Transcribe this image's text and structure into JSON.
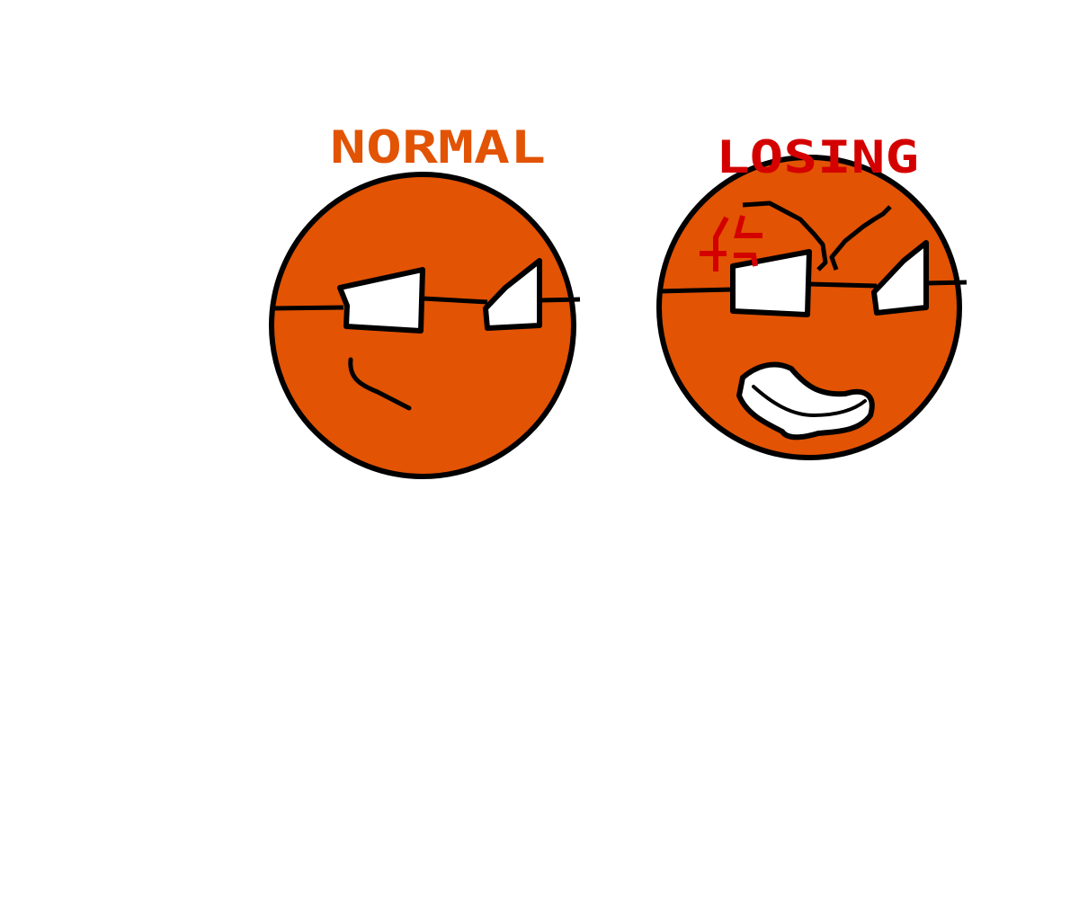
{
  "labels": {
    "normal": "NORMAL",
    "losing": "LOSING"
  },
  "colors": {
    "background": "#ffffff",
    "ball_fill": "#e25303",
    "outline": "#000000",
    "eye_white": "#ffffff",
    "normal_label": "#e25303",
    "losing_label": "#d40000",
    "anger_mark": "#d40000"
  },
  "characters": [
    {
      "name": "normal-ball",
      "expression": "calm"
    },
    {
      "name": "losing-ball",
      "expression": "angry"
    }
  ]
}
